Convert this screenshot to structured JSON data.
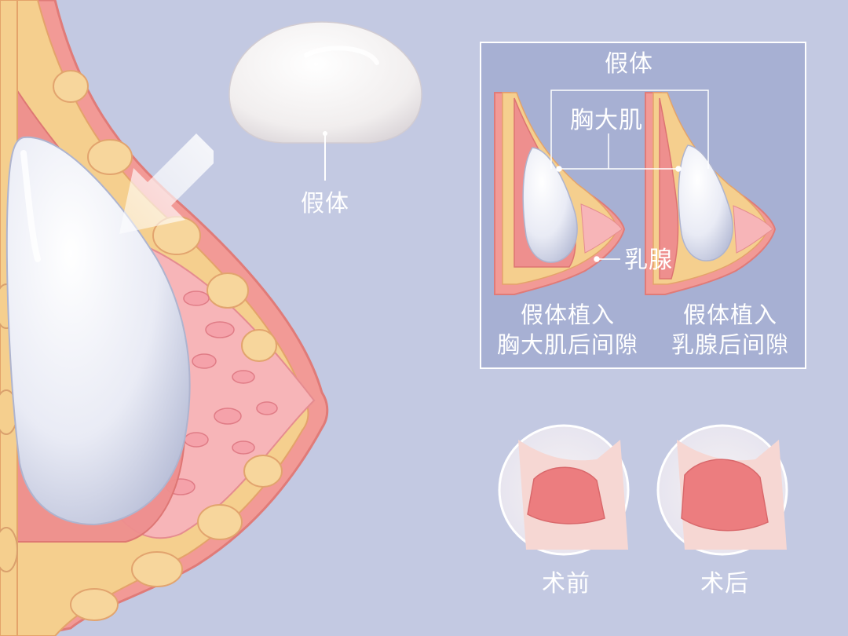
{
  "main_illustration": {
    "implant_label": "假体"
  },
  "inset": {
    "top_label": "假体",
    "muscle_label": "胸大肌",
    "gland_label": "乳腺",
    "left_caption": [
      "假体植入",
      "胸大肌后间隙"
    ],
    "right_caption": [
      "假体植入",
      "乳腺后间隙"
    ]
  },
  "comparison": {
    "before_label": "术前",
    "after_label": "术后"
  },
  "colors": {
    "background": "#c3c9e2",
    "inset_background": "#a7b0d3",
    "skin": "#f29a96",
    "fat": "#f5cf8e",
    "gland": "#f7a9b3",
    "implant": "#eef0f8",
    "bra": "#ec7d7f"
  }
}
